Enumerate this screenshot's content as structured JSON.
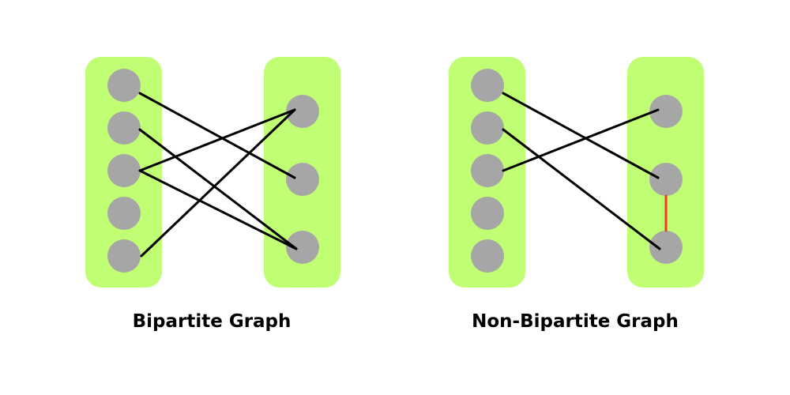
{
  "colors": {
    "background": "#ffffff",
    "partition": "#c0ff73",
    "node": "#a6a6a6",
    "edge": "#000000",
    "conflict_edge": "#ef3b23"
  },
  "graphs": [
    {
      "id": "bipartite",
      "caption": "Bipartite Graph",
      "left_nodes": 5,
      "right_nodes": 3,
      "edges": [
        {
          "from": [
            "L",
            0
          ],
          "to": [
            "R",
            1
          ]
        },
        {
          "from": [
            "L",
            1
          ],
          "to": [
            "R",
            2
          ]
        },
        {
          "from": [
            "L",
            2
          ],
          "to": [
            "R",
            0
          ]
        },
        {
          "from": [
            "L",
            2
          ],
          "to": [
            "R",
            2
          ]
        },
        {
          "from": [
            "L",
            4
          ],
          "to": [
            "R",
            0
          ]
        }
      ]
    },
    {
      "id": "non-bipartite",
      "caption": "Non-Bipartite Graph",
      "left_nodes": 5,
      "right_nodes": 3,
      "edges": [
        {
          "from": [
            "L",
            0
          ],
          "to": [
            "R",
            1
          ]
        },
        {
          "from": [
            "L",
            1
          ],
          "to": [
            "R",
            2
          ]
        },
        {
          "from": [
            "L",
            2
          ],
          "to": [
            "R",
            0
          ]
        },
        {
          "from": [
            "R",
            1
          ],
          "to": [
            "R",
            2
          ],
          "conflict": true
        }
      ]
    }
  ]
}
